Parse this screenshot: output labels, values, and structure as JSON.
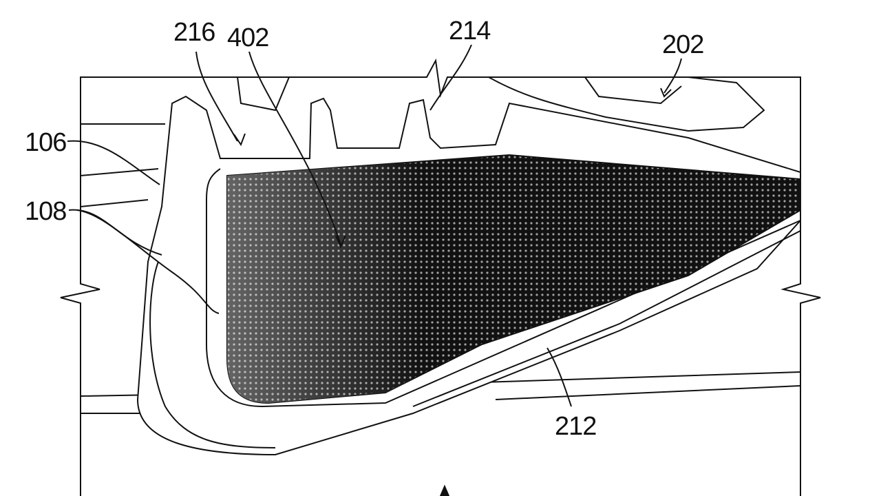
{
  "figure": {
    "labels": {
      "l216": "216",
      "l402": "402",
      "l214": "214",
      "l202": "202",
      "l106": "106",
      "l108": "108",
      "l212": "212"
    },
    "colors": {
      "line": "#111111",
      "fill": "#ffffff",
      "brush": "#0a0a0a"
    }
  }
}
